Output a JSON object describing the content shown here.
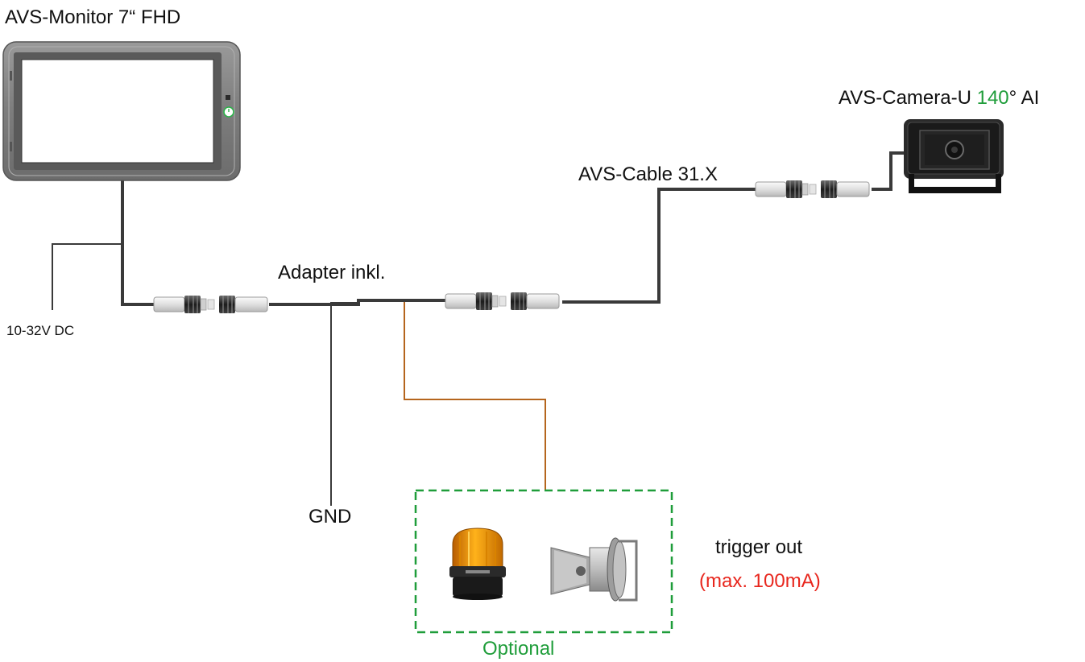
{
  "labels": {
    "monitor": "AVS-Monitor 7“ FHD",
    "camera_prefix": "AVS-Camera-U ",
    "camera_angle": "140",
    "camera_suffix": "° AI",
    "cable": "AVS-Cable 31.X",
    "adapter": "Adapter inkl.",
    "power": "10-32V DC",
    "gnd": "GND",
    "trigger": "trigger out",
    "trigger_limit": "(max. 100mA)",
    "optional": "Optional"
  },
  "colors": {
    "cable": "#3a3a3a",
    "trigger_wire": "#b5651d",
    "optional_box": "#1f9d3a",
    "optional_text": "#1f9d3a",
    "camera_angle": "#1f9d3a",
    "trigger_limit": "#e8261d",
    "power_led": "#2db34a",
    "beacon": "#f0a000"
  },
  "icons": [
    "monitor-icon",
    "camera-icon",
    "beacon-light-icon",
    "horn-speaker-icon",
    "connector-icon"
  ]
}
